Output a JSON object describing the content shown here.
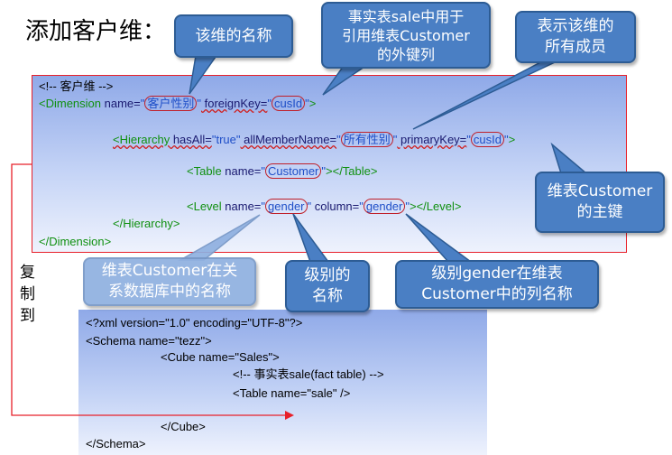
{
  "title": "添加客户维：",
  "copy_label": [
    "复",
    "制",
    "到"
  ],
  "dimension_code": {
    "comment": "<!-- 客户维 -->",
    "line1": {
      "tag_open": "<Dimension",
      "attr1": " name=",
      "q1": "\"",
      "val1": "客户性别",
      "q2": "\"",
      "attr2": " foreignKey=",
      "q3": "\"",
      "val2": "cusId",
      "q4": "\"",
      "close": ">"
    },
    "line2": {
      "tag_open": "<Hierarchy",
      "attr1": " hasAll=",
      "val1": "\"true\"",
      "attr2": " allMemberName=",
      "q1": "\"",
      "val2": "所有性别",
      "q2": "\"",
      "attr3": " primaryKey=",
      "q3": "\"",
      "val3": "cusId",
      "q4": "\"",
      "close": ">"
    },
    "line3": {
      "tag_open": "<Table",
      "attr1": " name=",
      "q1": "\"",
      "val1": "Customer",
      "q2": "\"",
      "close": "></Table>"
    },
    "line4": {
      "tag_open": "<Level",
      "attr1": " name=",
      "q1": "\"",
      "val1": "gender",
      "q2": "\"",
      "attr2": " column=",
      "q3": "\"",
      "val2": "gender",
      "q4": "\"",
      "close": "></Level>"
    },
    "line5": "</Hierarchy>",
    "line6": "</Dimension>"
  },
  "schema_code": {
    "line1": "<?xml version=\"1.0\" encoding=\"UTF-8\"?>",
    "line2": "<Schema name=\"tezz\">",
    "line3": "<Cube name=\"Sales\">",
    "line4": "<!-- 事实表sale(fact table) -->",
    "line5": "<Table name=\"sale\" />",
    "line6": "</Cube>",
    "line7": "</Schema>"
  },
  "callouts": {
    "dim_name": "该维的名称",
    "foreign_key": [
      "事实表sale中用于",
      "引用维表Customer",
      "的外键列"
    ],
    "all_members": [
      "表示该维的",
      "所有成员"
    ],
    "primary_key": [
      "维表Customer",
      "的主键"
    ],
    "table_name": [
      "维表Customer在关",
      "系数据库中的名称"
    ],
    "level_name": [
      "级别的",
      "名称"
    ],
    "column_name": [
      "级别gender在维表",
      "Customer中的列名称"
    ]
  },
  "colors": {
    "callout_fill": "#4a7fc4",
    "callout_border": "#2d5c94",
    "panel_border": "#e8202a",
    "tag_green": "#109010",
    "value_blue": "#1f4fc8"
  }
}
